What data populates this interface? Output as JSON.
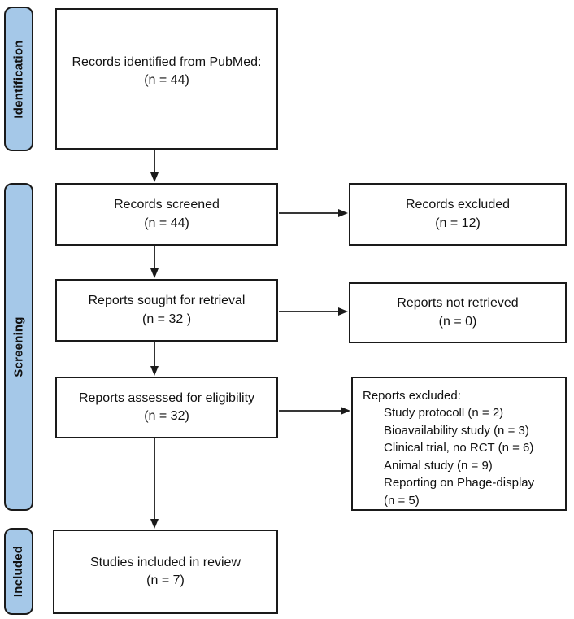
{
  "diagram": {
    "type": "prisma-flow",
    "stages": {
      "identification": "Identification",
      "screening": "Screening",
      "included": "Included"
    },
    "main_boxes": {
      "identified": {
        "line1": "Records identified from PubMed:",
        "line2": "(n = 44)"
      },
      "screened": {
        "line1": "Records screened",
        "line2": "(n = 44)"
      },
      "sought": {
        "line1": "Reports sought for retrieval",
        "line2": "(n = 32 )"
      },
      "assessed": {
        "line1": "Reports assessed for eligibility",
        "line2": "(n = 32)"
      },
      "included": {
        "line1": "Studies included in review",
        "line2": "(n = 7)"
      }
    },
    "side_boxes": {
      "records_excluded": {
        "line1": "Records excluded",
        "line2": "(n = 12)"
      },
      "reports_not_retrieved": {
        "line1": "Reports not retrieved",
        "line2": "(n = 0)"
      },
      "reports_excluded": {
        "title": "Reports excluded:",
        "reasons": [
          "Study protocoll (n = 2)",
          "Bioavailability study (n = 3)",
          "Clinical trial, no RCT (n = 6)",
          "Animal study (n = 9)",
          "Reporting on Phage-display",
          "(n = 5)"
        ]
      }
    }
  },
  "colors": {
    "stage_fill": "#a5c8e8",
    "line": "#1a1a1a",
    "box_fill": "#ffffff",
    "text": "#111111"
  }
}
